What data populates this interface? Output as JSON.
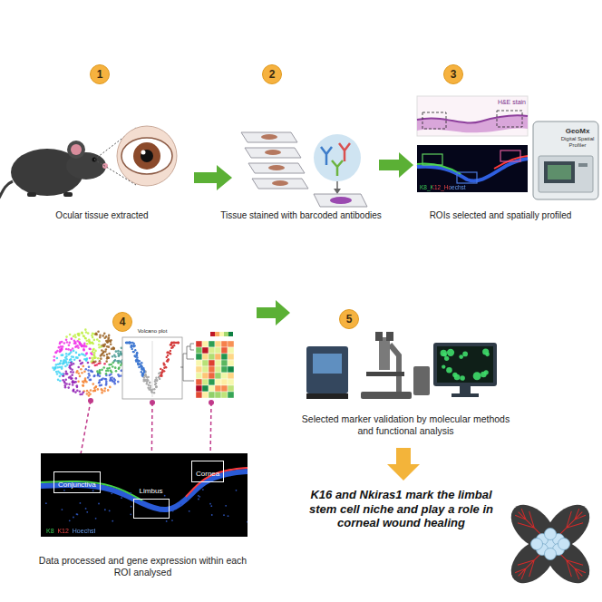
{
  "diagram": {
    "nodes": [
      {
        "text": [
          "1"
        ]
      },
      {
        "text": [
          "2"
        ]
      },
      {
        "text": [
          "3"
        ]
      },
      {
        "text": [
          "4"
        ]
      },
      {
        "text": [
          "5"
        ]
      },
      {
        "text": [
          "K8_K12_Hoechst"
        ]
      },
      {
        "text": [
          "Conjunctiva"
        ],
        "in": 5
      },
      {
        "text": [
          "Limbus"
        ],
        "in": 5
      },
      {
        "text": [
          "Cornea"
        ],
        "in": 5
      }
    ],
    "labels": [
      "Ocular tissue extracted",
      "Tissue stained with barcoded antibodies",
      "H&E stain",
      "K8_K12_Hoechst",
      "GeoMx",
      "Digital Spatial Profiler",
      "ROIs selected and spatially profiled",
      "Volcano plot",
      "Data processed and gene expression within each ROI analysed",
      "Selected marker validation by molecular methods and functional analysis",
      "K16 and Nkiras1 mark the limbal stem cell niche and play a role in corneal wound healing"
    ]
  }
}
